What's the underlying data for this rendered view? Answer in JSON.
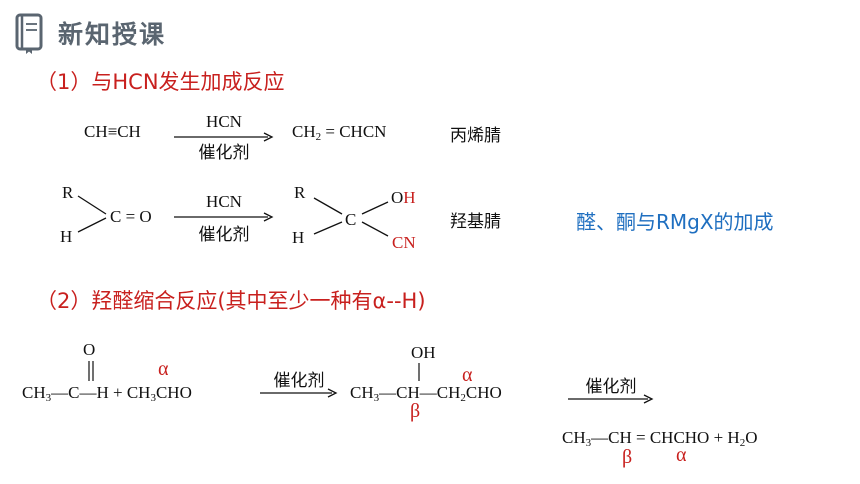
{
  "header": {
    "title": "新知授课",
    "book_icon": "book-icon"
  },
  "section1": {
    "heading": "（1）与HCN发生加成反应",
    "r1": {
      "reactant": "CH≡CH",
      "reagent_top": "HCN",
      "reagent_bottom": "催化剂",
      "product_main": "CH",
      "product_sub": "2",
      "product_rest": " = CHCN",
      "name": "丙烯腈"
    },
    "r2": {
      "R_left": "R",
      "H_left": "H",
      "carbonyl": "C = O",
      "reagent_top": "HCN",
      "reagent_bottom": "催化剂",
      "R_right": "R",
      "H_right": "H",
      "C_center": "C",
      "O": "O",
      "H_red": "H",
      "CN": "CN",
      "name": "羟基腈"
    },
    "note": "醛、酮与RMgX的加成"
  },
  "section2": {
    "heading": "（2）羟醛缩合反应(其中至少一种有α--H)",
    "reactant": {
      "O": "O",
      "ch3": "CH",
      "ch3_sub": "3",
      "chain": "—C—H + CH",
      "ch3b_sub": "3",
      "tail": "CHO",
      "alpha": "α"
    },
    "step1": {
      "reagent": "催化剂"
    },
    "product1": {
      "OH": "OH",
      "ch3": "CH",
      "sub1": "3",
      "chain": "—CH—CH",
      "sub2": "2",
      "tail": "CHO",
      "alpha": "α",
      "beta": "β"
    },
    "step2": {
      "reagent": "催化剂"
    },
    "product2": {
      "ch3": "CH",
      "sub1": "3",
      "chain": "—CH = CHCHO + H",
      "sub2": "2",
      "tail": "O",
      "beta": "β",
      "alpha": "α"
    }
  },
  "colors": {
    "red": "#c8201e",
    "blue": "#1f6fc0",
    "header_gray": "#5a6570"
  }
}
